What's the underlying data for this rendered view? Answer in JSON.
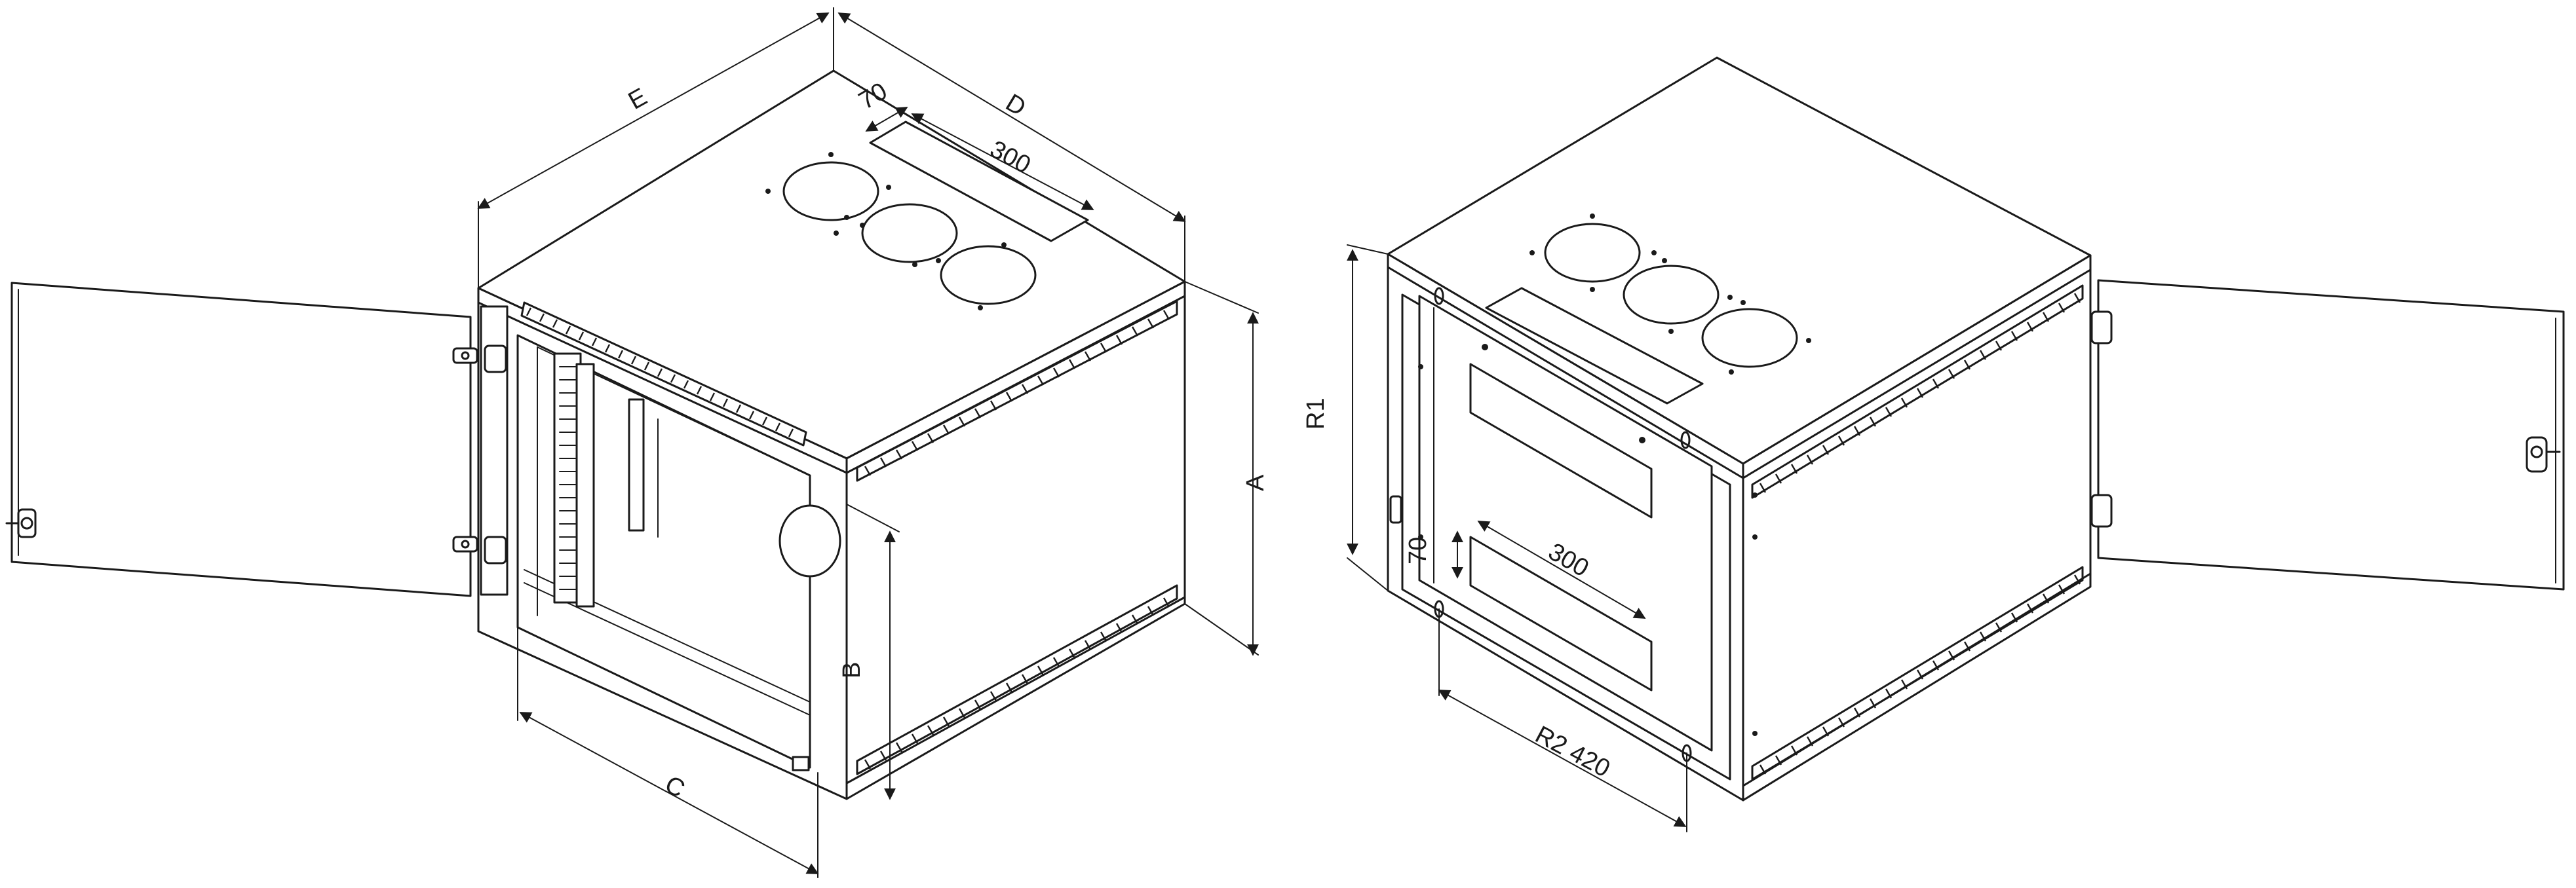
{
  "colors": {
    "line": "#1a1a1a",
    "background": "#ffffff"
  },
  "left_view": {
    "labels": {
      "A": "A",
      "B": "B",
      "C": "C",
      "D": "D",
      "E": "E",
      "w70": "70",
      "w300": "300"
    }
  },
  "right_view": {
    "labels": {
      "R1": "R1",
      "R2": "R2 420",
      "w70": "70",
      "w300": "300"
    }
  }
}
